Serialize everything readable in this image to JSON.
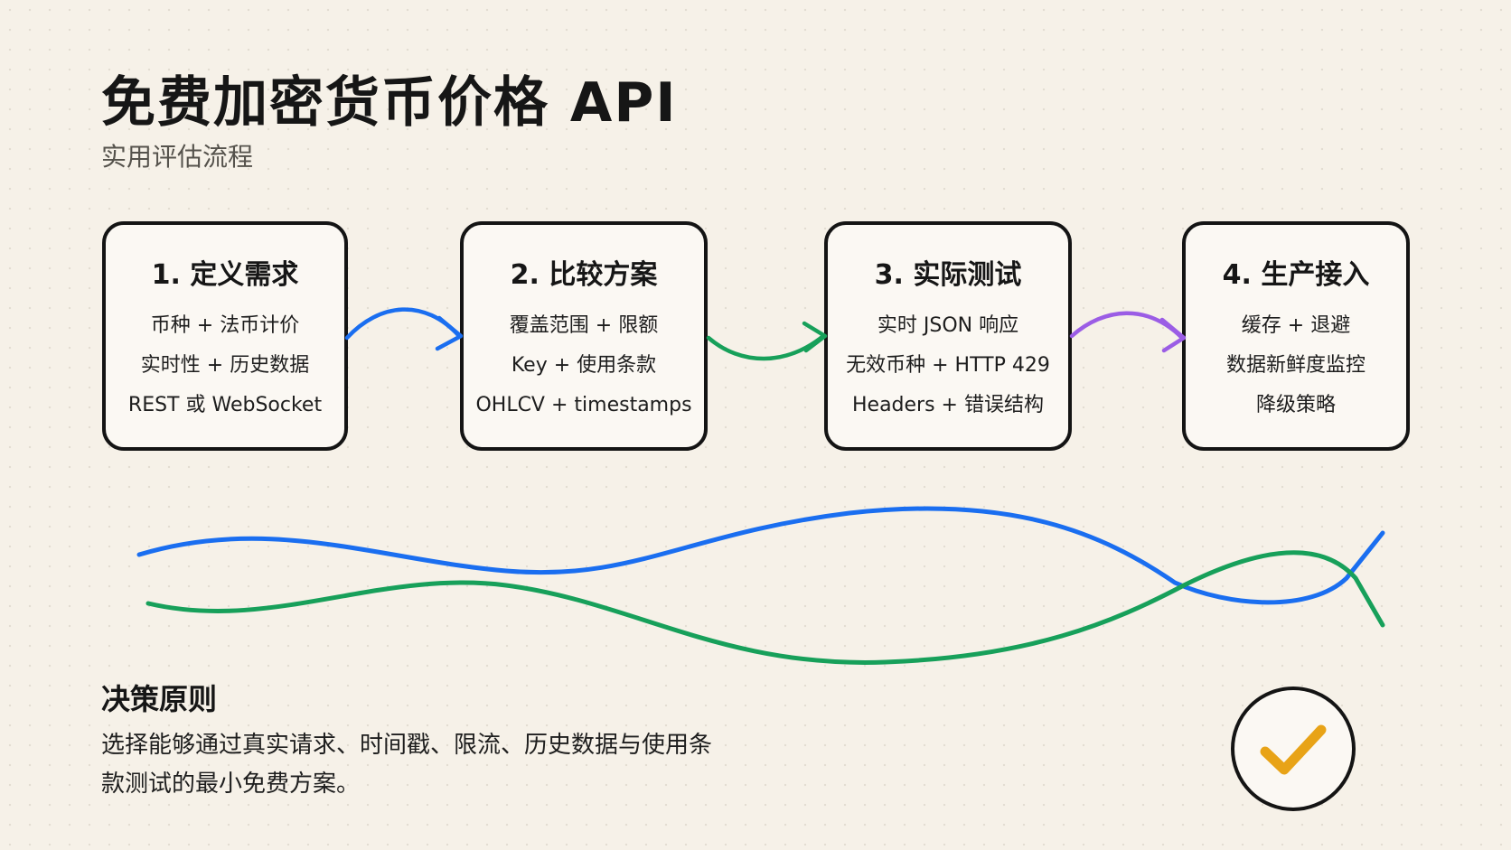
{
  "header": {
    "title": "免费加密货币价格 API",
    "subtitle": "实用评估流程"
  },
  "steps": [
    {
      "title": "1. 定义需求",
      "lines": [
        "币种 + 法币计价",
        "实时性 + 历史数据",
        "REST 或 WebSocket"
      ]
    },
    {
      "title": "2. 比较方案",
      "lines": [
        "覆盖范围 + 限额",
        "Key + 使用条款",
        "OHLCV + timestamps"
      ]
    },
    {
      "title": "3. 实际测试",
      "lines": [
        "实时 JSON 响应",
        "无效币种 + HTTP 429",
        "Headers + 错误结构"
      ]
    },
    {
      "title": "4. 生产接入",
      "lines": [
        "缓存 + 退避",
        "数据新鲜度监控",
        "降级策略"
      ]
    }
  ],
  "principle": {
    "title": "决策原则",
    "body": "选择能够通过真实请求、时间戳、限流、历史数据与使用条款测试的最小免费方案。"
  },
  "icons": {
    "connector_arrow": "curved-arrow-icon",
    "badge": "checkmark-icon"
  },
  "colors": {
    "background": "#f6f1e8",
    "card_border": "#141414",
    "arrow_1": "#1a6ef0",
    "arrow_2": "#17a05a",
    "arrow_3": "#9b5de5",
    "wave_blue": "#1a6ef0",
    "wave_green": "#17a05a",
    "check": "#e8a317"
  }
}
